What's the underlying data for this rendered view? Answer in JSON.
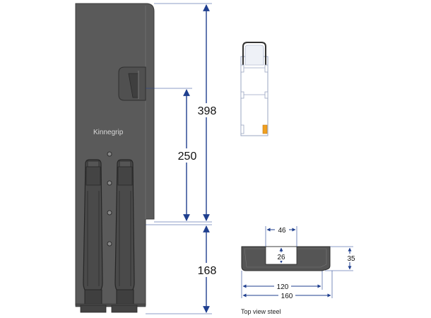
{
  "brand": "Kinnegrip",
  "dimensions": {
    "total_height": "398",
    "upper_height": "250",
    "lower_height": "168",
    "width_inner": "120",
    "width_outer": "160",
    "slot_width": "46",
    "slot_depth": "26",
    "depth": "35"
  },
  "caption": "Top view steel",
  "colors": {
    "body": "#585858",
    "body_dark": "#3a3a3a",
    "dimension": "#1f3f8f",
    "accent": "#f0a020"
  }
}
